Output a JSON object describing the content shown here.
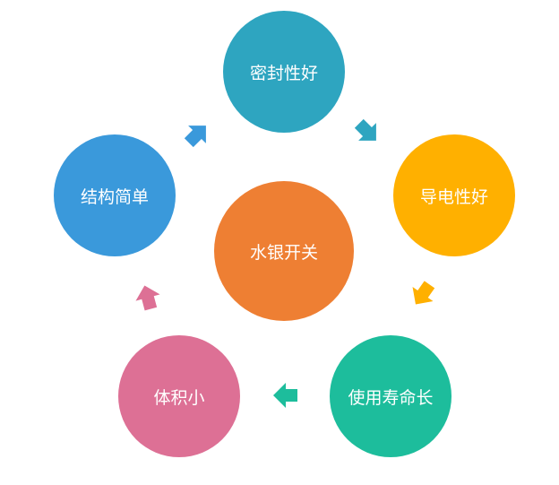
{
  "center": {
    "label": "水银开关",
    "color": "#EE7F33"
  },
  "nodes": [
    {
      "label": "密封性好",
      "color": "#2EA5C0"
    },
    {
      "label": "导电性好",
      "color": "#FFB000"
    },
    {
      "label": "使用寿命长",
      "color": "#1DBD9C"
    },
    {
      "label": "体积小",
      "color": "#DD7095"
    },
    {
      "label": "结构简单",
      "color": "#3A99DB"
    }
  ],
  "arrows": [
    {
      "from": "结构简单",
      "to": "密封性好",
      "color": "#3A99DB"
    },
    {
      "from": "密封性好",
      "to": "导电性好",
      "color": "#2EA5C0"
    },
    {
      "from": "导电性好",
      "to": "使用寿命长",
      "color": "#FFB000"
    },
    {
      "from": "使用寿命长",
      "to": "体积小",
      "color": "#1DBD9C"
    },
    {
      "from": "体积小",
      "to": "结构简单",
      "color": "#DD7095"
    }
  ]
}
